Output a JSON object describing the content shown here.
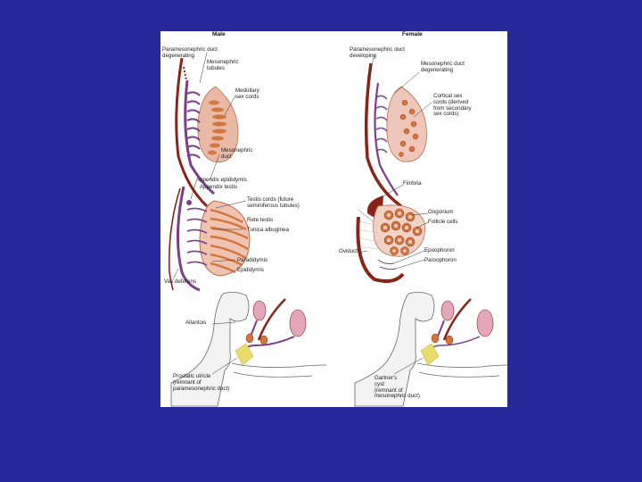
{
  "panels": {
    "male_header": "Male",
    "female_header": "Female"
  },
  "labels": {
    "male_top": {
      "paramesonephric_degenerating": "Paramesonephric duct\ndegenerating",
      "mesonephric_tubules": "Mesonephric\ntubules",
      "medullary_cords": "Medullary\nsex cords",
      "mesonephric_duct": "Mesonephric\nduct"
    },
    "female_top": {
      "paramesonephric_developing": "Paramesonephric duct\ndeveloping",
      "mesonephric_degenerating": "Mesonephric duct\ndegenerating",
      "cortical_cords": "Cortical sex\ncords (derived\nfrom secondary\nsex cords)"
    },
    "male_mid": {
      "appendix_epididymis": "Appendix epididymis",
      "appendix_testis": "Appendix testis",
      "testis_cords": "Testis cords (future\nseminiferous tubules)",
      "rete_testis": "Rete testis",
      "tunica_albuginea": "Tunica albuginea",
      "paradidymis": "Paradidymis",
      "epididymis": "Epididymis",
      "vas_deferens": "Vas deferens"
    },
    "female_mid": {
      "fimbria": "Fimbria",
      "oogonium": "Oogonium",
      "follicle_cells": "Follicle cells",
      "oviduct": "Oviduct",
      "epoophoron": "Epoophoron",
      "paroophoron": "Paroophoron"
    },
    "male_bottom": {
      "allantois": "Allantois",
      "prostatic_utricle": "Prostatic utricle\n(remnant of\nparamesonephric duct)"
    },
    "female_bottom": {
      "gartners_cyst": "Gartner's\ncyst\n(remnant of\nmesonephric duct)"
    }
  },
  "colors": {
    "slide_background": "#27299a",
    "panel_background": "#ffffff",
    "duct_red": "#8a2418",
    "tubule_purple": "#7b3f87",
    "gonad_orange": "#d2763e",
    "gonad_pink": "#e3a7b9",
    "urogenital_yellow": "#e9dc6b"
  }
}
